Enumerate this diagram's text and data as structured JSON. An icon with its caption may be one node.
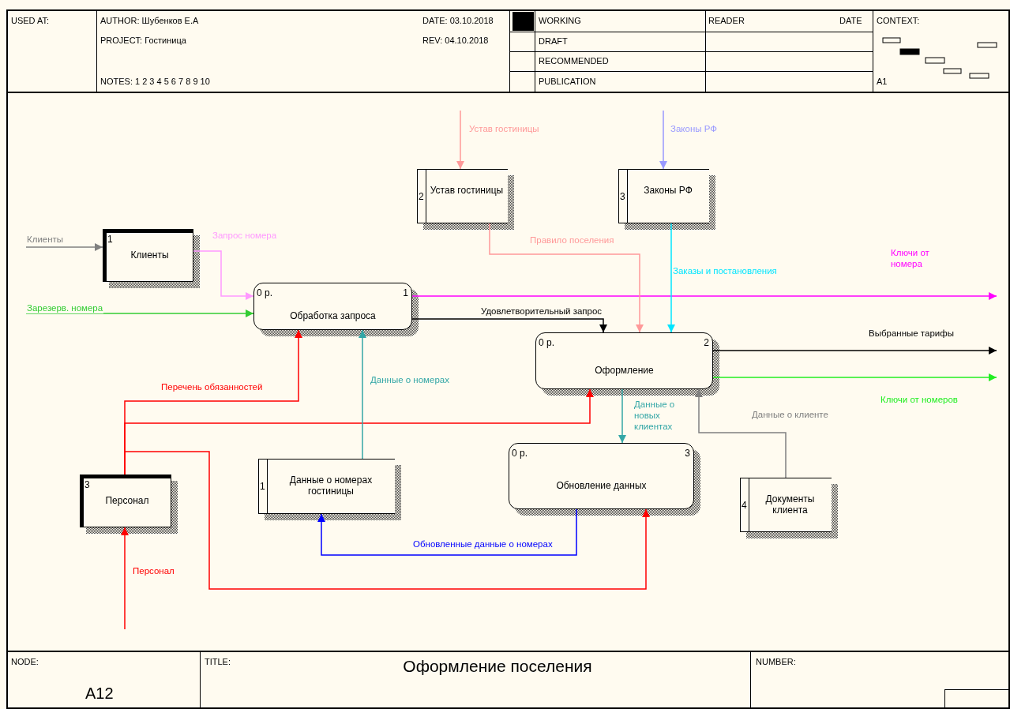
{
  "diagram": {
    "title": "Оформление поселения",
    "nodes": [
      {
        "text": [
          "1",
          "Клиенты"
        ]
      },
      {
        "text": [
          "0 р.",
          "1",
          "Обработка запроса"
        ]
      },
      {
        "text": [
          "2",
          "Устав гостиницы"
        ]
      },
      {
        "text": [
          "3",
          "Законы РФ"
        ]
      },
      {
        "text": [
          "0 р.",
          "2",
          "Оформление"
        ]
      },
      {
        "text": [
          "3",
          "Персонал"
        ]
      },
      {
        "text": [
          "1",
          "Данные о номерах гостиницы"
        ]
      },
      {
        "text": [
          "0 р.",
          "3",
          "Обновление данных"
        ]
      },
      {
        "text": [
          "4",
          "Документы клиента"
        ]
      }
    ],
    "edges": [
      {
        "from": null,
        "to": 0,
        "arrow": "to",
        "label": "Клиенты",
        "color": "#808080"
      },
      {
        "from": 0,
        "to": 1,
        "arrow": "to",
        "label": "Запрос номера",
        "color": "#ff99ff"
      },
      {
        "from": null,
        "to": 1,
        "arrow": "to",
        "label": "Зарезерв. номера",
        "color": "#33cc33"
      },
      {
        "from": 1,
        "to": null,
        "arrow": "to",
        "label": "Ключи от номера",
        "color": "#ff00ff"
      },
      {
        "from": 1,
        "to": 4,
        "arrow": "to",
        "label": "Удовлетворительный запрос",
        "color": "#000000"
      },
      {
        "from": null,
        "to": 2,
        "arrow": "to",
        "label": "Устав гостиницы",
        "color": "#ff9999"
      },
      {
        "from": null,
        "to": 3,
        "arrow": "to",
        "label": "Законы РФ",
        "color": "#9999ff"
      },
      {
        "from": 2,
        "to": 4,
        "arrow": "to",
        "label": "Правило поселения",
        "color": "#ff9999"
      },
      {
        "from": 3,
        "to": 4,
        "arrow": "to",
        "label": "Заказы и постановления",
        "color": "#00e5ff"
      },
      {
        "from": 4,
        "to": null,
        "arrow": "to",
        "label": "Выбранные тарифы",
        "color": "#000000"
      },
      {
        "from": 4,
        "to": null,
        "arrow": "to",
        "label": "Ключи от номеров",
        "color": "#22ee22"
      },
      {
        "from": 5,
        "to": 1,
        "arrow": "to",
        "label": "Перечень обязанностей",
        "color": "#ff0000"
      },
      {
        "from": 5,
        "to": 4,
        "arrow": "to",
        "color": "#ff0000"
      },
      {
        "from": 5,
        "to": 7,
        "arrow": "to",
        "color": "#ff0000"
      },
      {
        "from": null,
        "to": 5,
        "arrow": "to",
        "label": "Персонал",
        "color": "#ff0000"
      },
      {
        "from": 6,
        "to": 1,
        "arrow": "to",
        "label": "Данные о номерах",
        "color": "#33a6a6"
      },
      {
        "from": 4,
        "to": 7,
        "arrow": "to",
        "label": "Данные о новых клиентах",
        "color": "#33a6a6"
      },
      {
        "from": 8,
        "to": 4,
        "arrow": "to",
        "label": "Данные о клиенте",
        "color": "#808080"
      },
      {
        "from": 7,
        "to": 6,
        "arrow": "to",
        "label": "Обновленные данные о номерах",
        "color": "#0000ff"
      }
    ],
    "labels": [
      "USED AT:",
      "AUTHOR: Шубенков Е.А",
      "DATE: 03.10.2018",
      "PROJECT: Гостиница",
      "REV: 04.10.2018",
      "NOTES: 1 2 3 4 5 6 7 8 9 10",
      "WORKING",
      "READER",
      "DATE",
      "CONTEXT:",
      "DRAFT",
      "RECOMMENDED",
      "PUBLICATION",
      "A1",
      "NODE:",
      "TITLE:",
      "NUMBER:",
      "A12"
    ]
  }
}
